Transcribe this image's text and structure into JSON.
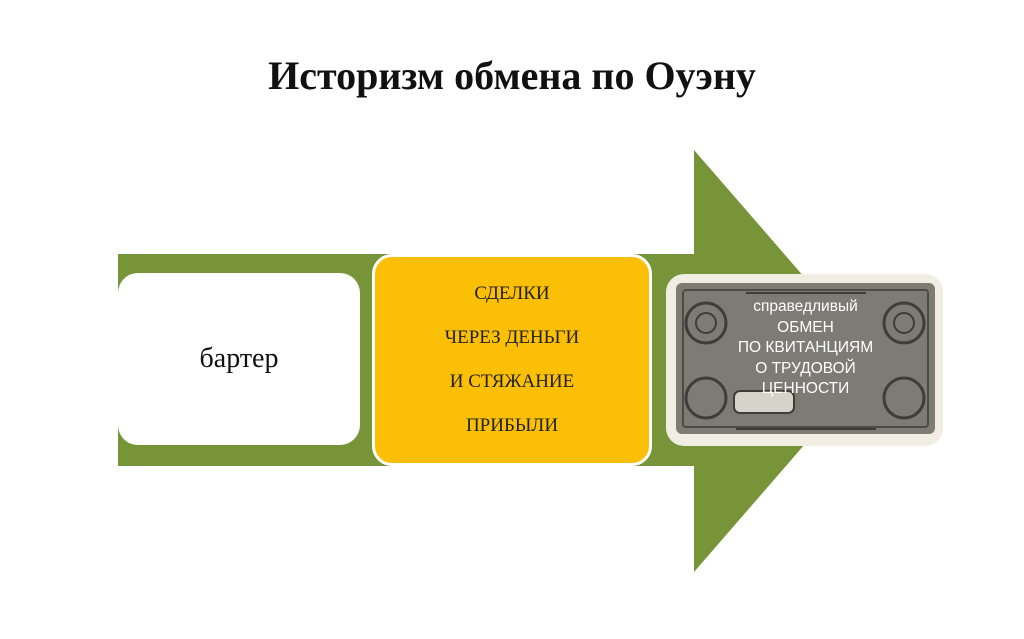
{
  "title": "Историзм обмена по Оуэну",
  "colors": {
    "arrow": "#779439",
    "deals_box": "#fbbf05"
  },
  "steps": {
    "barter": "бартер",
    "deals": [
      "СДЕЛКИ",
      "ЧЕРЕЗ ДЕНЬГИ",
      "И СТЯЖАНИЕ",
      "ПРИБЫЛИ"
    ],
    "fair_exchange": [
      "справедливый",
      "ОБМЕН",
      "ПО КВИТАНЦИЯМ",
      "О ТРУДОВОЙ",
      "ЦЕННОСТИ"
    ]
  }
}
